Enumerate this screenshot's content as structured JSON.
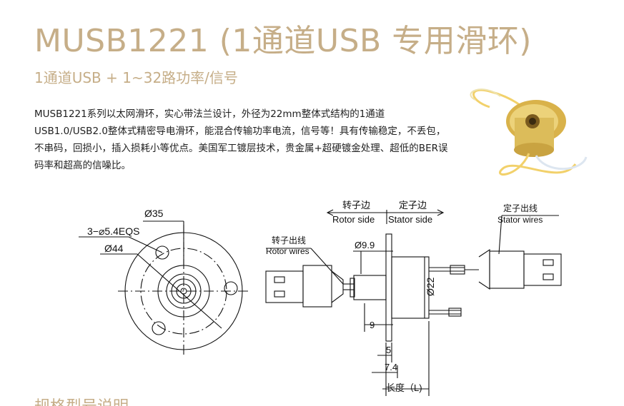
{
  "product": {
    "title": "MUSB1221 (1通道USB 专用滑环)",
    "subtitle": "1通道USB + 1~32路功率/信号",
    "description": "MUSB1221系列以太网滑环，实心带法兰设计，外径为22mm整体式结构的1通道USB1.0/USB2.0整体式精密导电滑环，能混合传输功率电流，信号等！具有传输稳定，不丢包，不串码，回损小，插入损耗小等优点。美国军工镀层技术，贵金属+超硬镀金处理、超低的BER误码率和超高的信噪比。"
  },
  "photo": {
    "icon": "slip-ring-photo",
    "colors": {
      "body": "#e8c560",
      "cable": "#f2d16b"
    }
  },
  "drawing": {
    "front_view": {
      "dim_outer": "Ø35",
      "dim_holes": "3−⌀5.4EQS",
      "dim_pcd": "Ø44"
    },
    "side_view": {
      "rotor_side_cn": "转子边",
      "rotor_side_en": "Rotor side",
      "stator_side_cn": "定子边",
      "stator_side_en": "Stator side",
      "rotor_wires_cn": "转子出线",
      "rotor_wires_en": "Rotor wires",
      "stator_wires_cn": "定子出线",
      "stator_wires_en": "Stator wires",
      "dim_shaft": "Ø9.9",
      "dim_body": "Ø22",
      "dim_9": "9",
      "dim_5": "5",
      "dim_7_4": "7.4",
      "dim_length": "长度（L)"
    }
  },
  "footer": {
    "partial_heading": "规格型号说明"
  },
  "colors": {
    "accent": "#c6ae88",
    "text": "#1f1f1f",
    "line": "#111111"
  }
}
